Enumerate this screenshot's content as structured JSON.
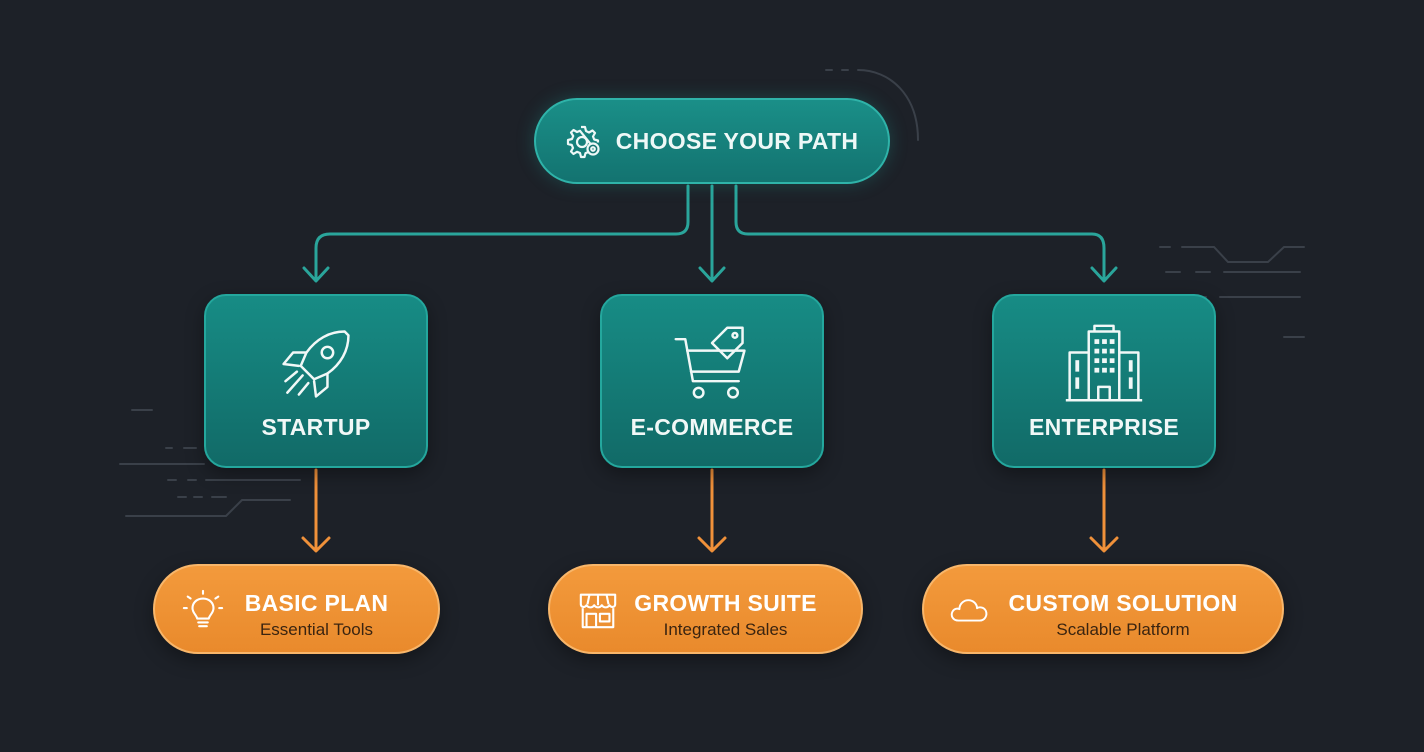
{
  "root": {
    "label": "CHOOSE YOUR PATH",
    "icon": "gear-settings-icon"
  },
  "paths": [
    {
      "label": "STARTUP",
      "icon": "rocket-icon",
      "outcome": {
        "title": "BASIC PLAN",
        "subtitle": "Essential Tools",
        "icon": "lightbulb-icon"
      }
    },
    {
      "label": "E-COMMERCE",
      "icon": "shopping-cart-tag-icon",
      "outcome": {
        "title": "GROWTH SUITE",
        "subtitle": "Integrated Sales",
        "icon": "storefront-icon"
      }
    },
    {
      "label": "ENTERPRISE",
      "icon": "office-building-icon",
      "outcome": {
        "title": "CUSTOM SOLUTION",
        "subtitle": "Scalable Platform",
        "icon": "cloud-icon"
      }
    }
  ],
  "colors": {
    "background": "#1d2128",
    "teal": "#178c85",
    "teal_line": "#2aa59b",
    "orange": "#f39a3c",
    "orange_line": "#f0913a"
  }
}
